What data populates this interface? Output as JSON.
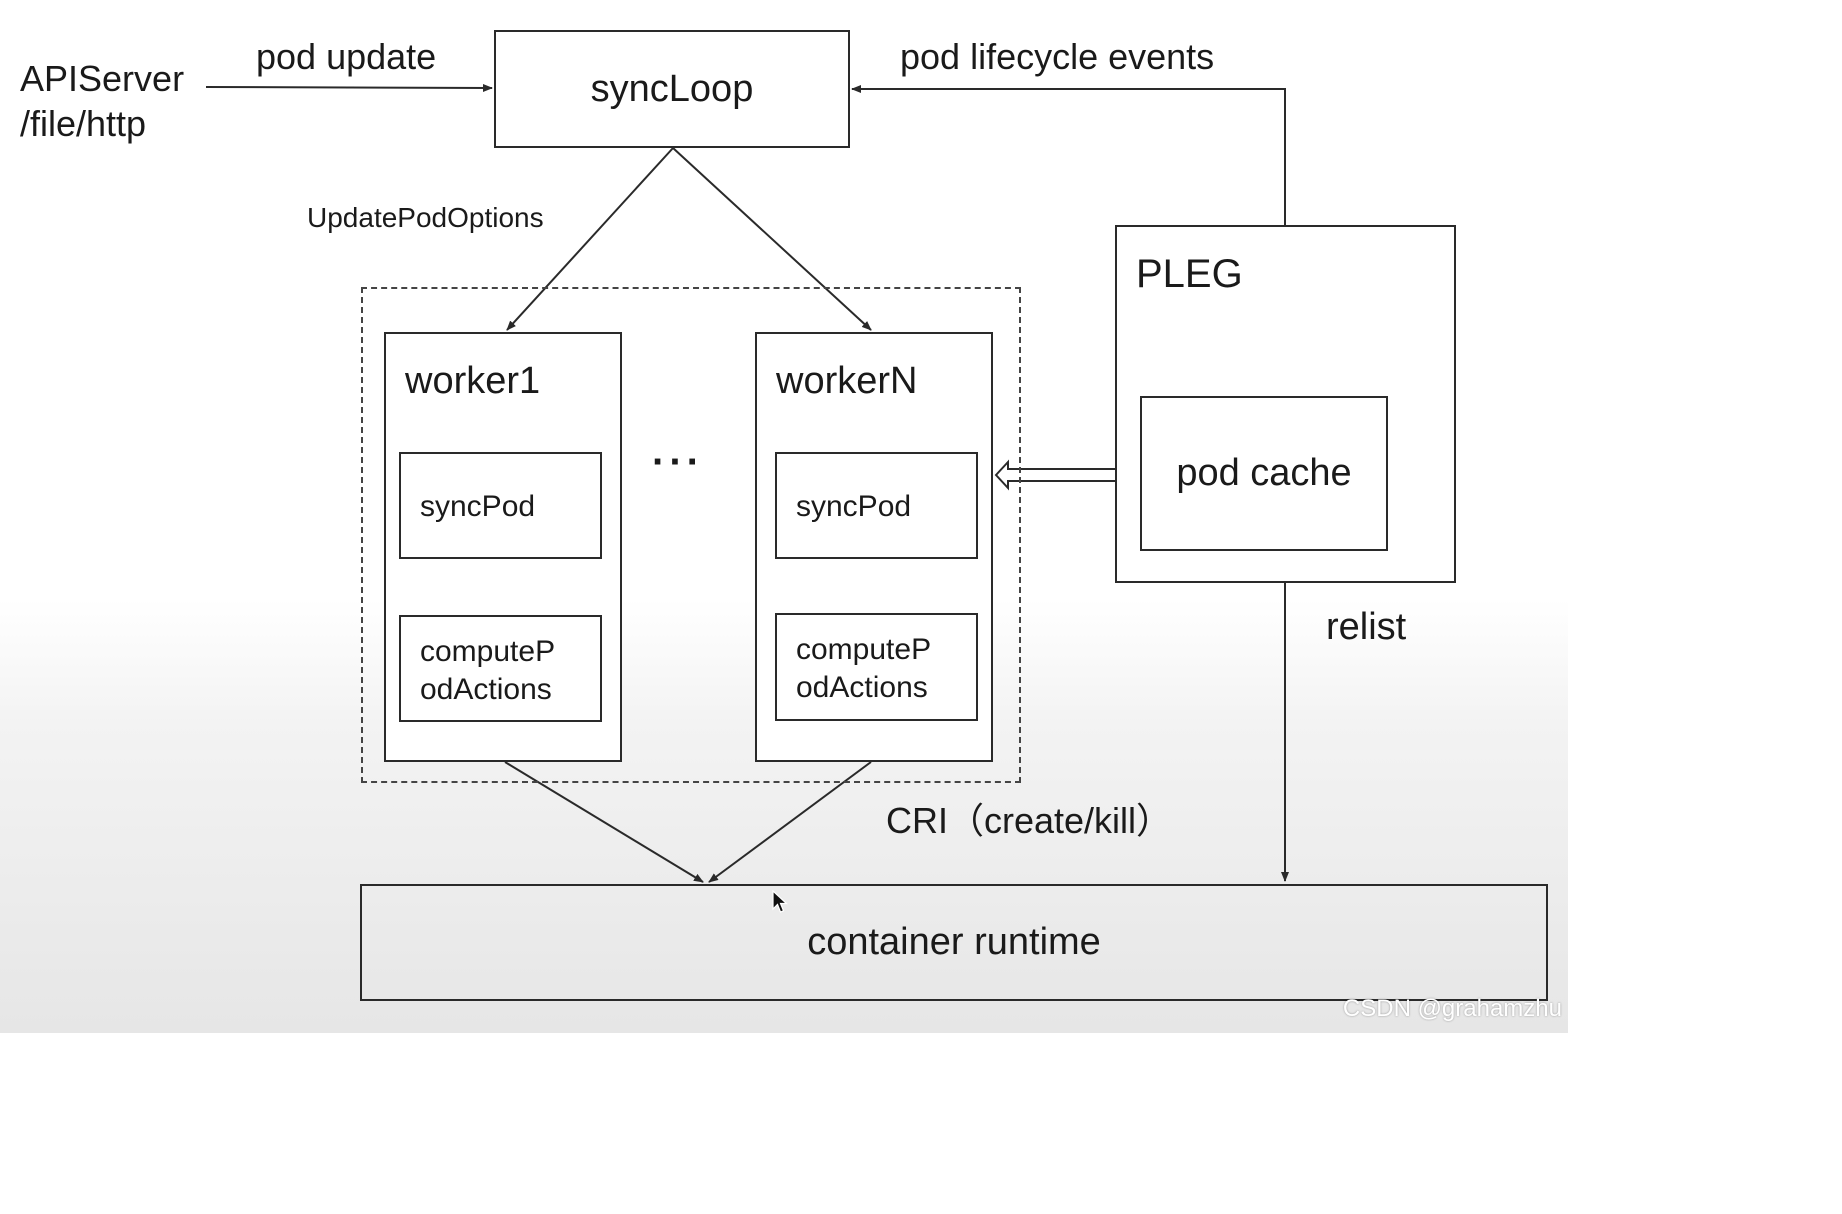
{
  "sources": {
    "line1": "APIServer",
    "line2": "/file/http"
  },
  "edges": {
    "pod_update": "pod update",
    "pod_lifecycle_events": "pod lifecycle events",
    "update_pod_options": "UpdatePodOptions",
    "relist": "relist",
    "cri": "CRI（create/kill）"
  },
  "nodes": {
    "sync_loop": "syncLoop",
    "pleg": "PLEG",
    "pod_cache": "pod cache",
    "container_runtime": "container runtime"
  },
  "workers": [
    {
      "title": "worker1",
      "sync_pod": "syncPod",
      "compute_line1": "computeP",
      "compute_line2": "odActions"
    },
    {
      "title": "workerN",
      "sync_pod": "syncPod",
      "compute_line1": "computeP",
      "compute_line2": "odActions"
    }
  ],
  "ellipsis": "···",
  "watermark": "CSDN @grahamzhu",
  "colors": {
    "stroke": "#2a2a2a",
    "text": "#1a1a1a",
    "background_bottom": "#e6e6e6"
  }
}
